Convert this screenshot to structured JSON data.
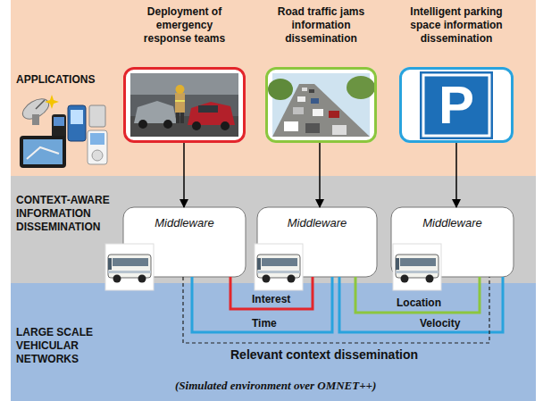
{
  "diagram": {
    "nodes": [
      {
        "text": [
          "APPLICATIONS"
        ]
      },
      {
        "text": [
          "Deployment of emergency response teams"
        ],
        "in": 0
      },
      {
        "text": [
          "Road traffic jams information dissemination"
        ],
        "in": 0
      },
      {
        "text": [
          "Intelligent parking space information dissemination"
        ],
        "in": 0
      },
      {
        "text": [
          "CONTEXT-AWARE INFORMATION DISSEMINATION"
        ]
      },
      {
        "text": [
          "Middleware"
        ],
        "in": 4
      },
      {
        "text": [
          "Middleware"
        ],
        "in": 4
      },
      {
        "text": [
          "Middleware"
        ],
        "in": 4
      },
      {
        "text": [
          "LARGE SCALE VEHICULAR NETWORKS"
        ]
      }
    ],
    "edges": [
      {
        "from": 1,
        "to": 5,
        "arrow": "to"
      },
      {
        "from": 2,
        "to": 6,
        "arrow": "to"
      },
      {
        "from": 3,
        "to": 7,
        "arrow": "to"
      },
      {
        "from": 5,
        "to": 6,
        "arrow": "none",
        "label": "Interest"
      },
      {
        "from": 5,
        "to": 6,
        "arrow": "none",
        "label": "Time"
      },
      {
        "from": 6,
        "to": 7,
        "arrow": "none",
        "label": "Location"
      },
      {
        "from": 6,
        "to": 7,
        "arrow": "none",
        "label": "Velocity"
      },
      {
        "from": 5,
        "to": 7,
        "arrow": "none",
        "label": "Relevant context dissemination"
      }
    ],
    "labels": [
      "P",
      "(Simulated environment over OMNET++)"
    ]
  }
}
